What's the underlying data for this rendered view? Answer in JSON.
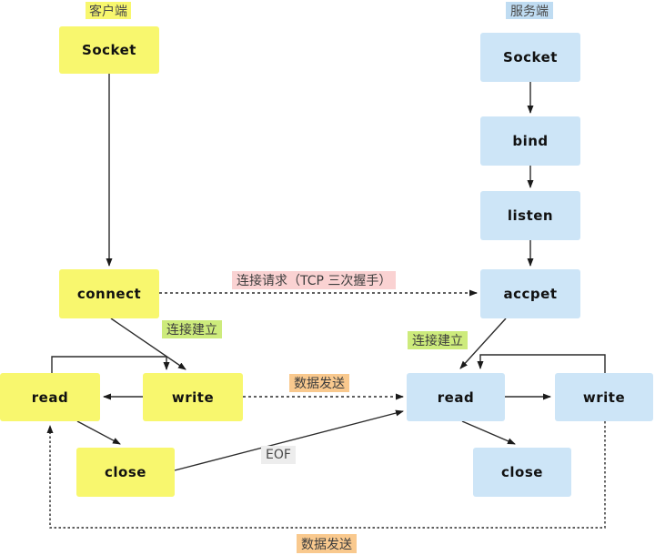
{
  "diagram": {
    "client": {
      "label": "客户端",
      "nodes": {
        "socket": "Socket",
        "connect": "connect",
        "read": "read",
        "write": "write",
        "close": "close"
      }
    },
    "server": {
      "label": "服务端",
      "nodes": {
        "socket": "Socket",
        "bind": "bind",
        "listen": "listen",
        "accept": "accpet",
        "read": "read",
        "write": "write",
        "close": "close"
      }
    },
    "annotations": {
      "connection_request": "连接请求（TCP 三次握手）",
      "connection_established_client": "连接建立",
      "connection_established_server": "连接建立",
      "data_send_middle": "数据发送",
      "eof": "EOF",
      "data_send_bottom": "数据发送"
    },
    "colors": {
      "client_box": "#F8F76E",
      "server_box": "#CDE5F7",
      "server_tag_bg": "#BFDCF2",
      "connection_request_bg": "#FAD2D2",
      "connection_established_bg": "#CDEB7C",
      "data_send_bg": "#F9C98E",
      "eof_bg": "#EDEDED",
      "line": "#333333"
    }
  }
}
